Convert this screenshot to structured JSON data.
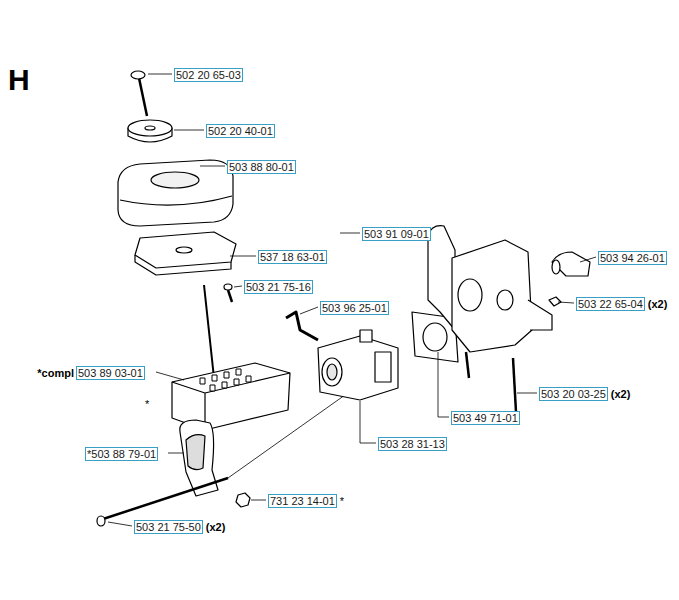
{
  "diagram": {
    "title": "H",
    "nodes": [
      {
        "text": [
          "502 20 65-03"
        ]
      },
      {
        "text": [
          "502 20 40-01"
        ]
      },
      {
        "text": [
          "503 88 80-01"
        ]
      },
      {
        "text": [
          "503 91 09-01"
        ]
      },
      {
        "text": [
          "537 18 63-01"
        ]
      },
      {
        "text": [
          "503 94 26-01"
        ]
      },
      {
        "text": [
          "503 21 75-16"
        ]
      },
      {
        "text": [
          "503 22 65-04"
        ]
      },
      {
        "text": [
          "503 96 25-01"
        ]
      },
      {
        "text": [
          "503 89 03-01"
        ]
      },
      {
        "text": [
          "503 20 03-25"
        ]
      },
      {
        "text": [
          "503 49 71-01"
        ]
      },
      {
        "text": [
          "503 28 31-13"
        ]
      },
      {
        "text": [
          "*503 88 79-01"
        ]
      },
      {
        "text": [
          "731 23 14-01"
        ]
      },
      {
        "text": [
          "503 21 75-50"
        ]
      }
    ],
    "labels": [
      "(x2)",
      "*compl",
      "(x2)",
      "*",
      "*",
      "(x2)"
    ]
  }
}
